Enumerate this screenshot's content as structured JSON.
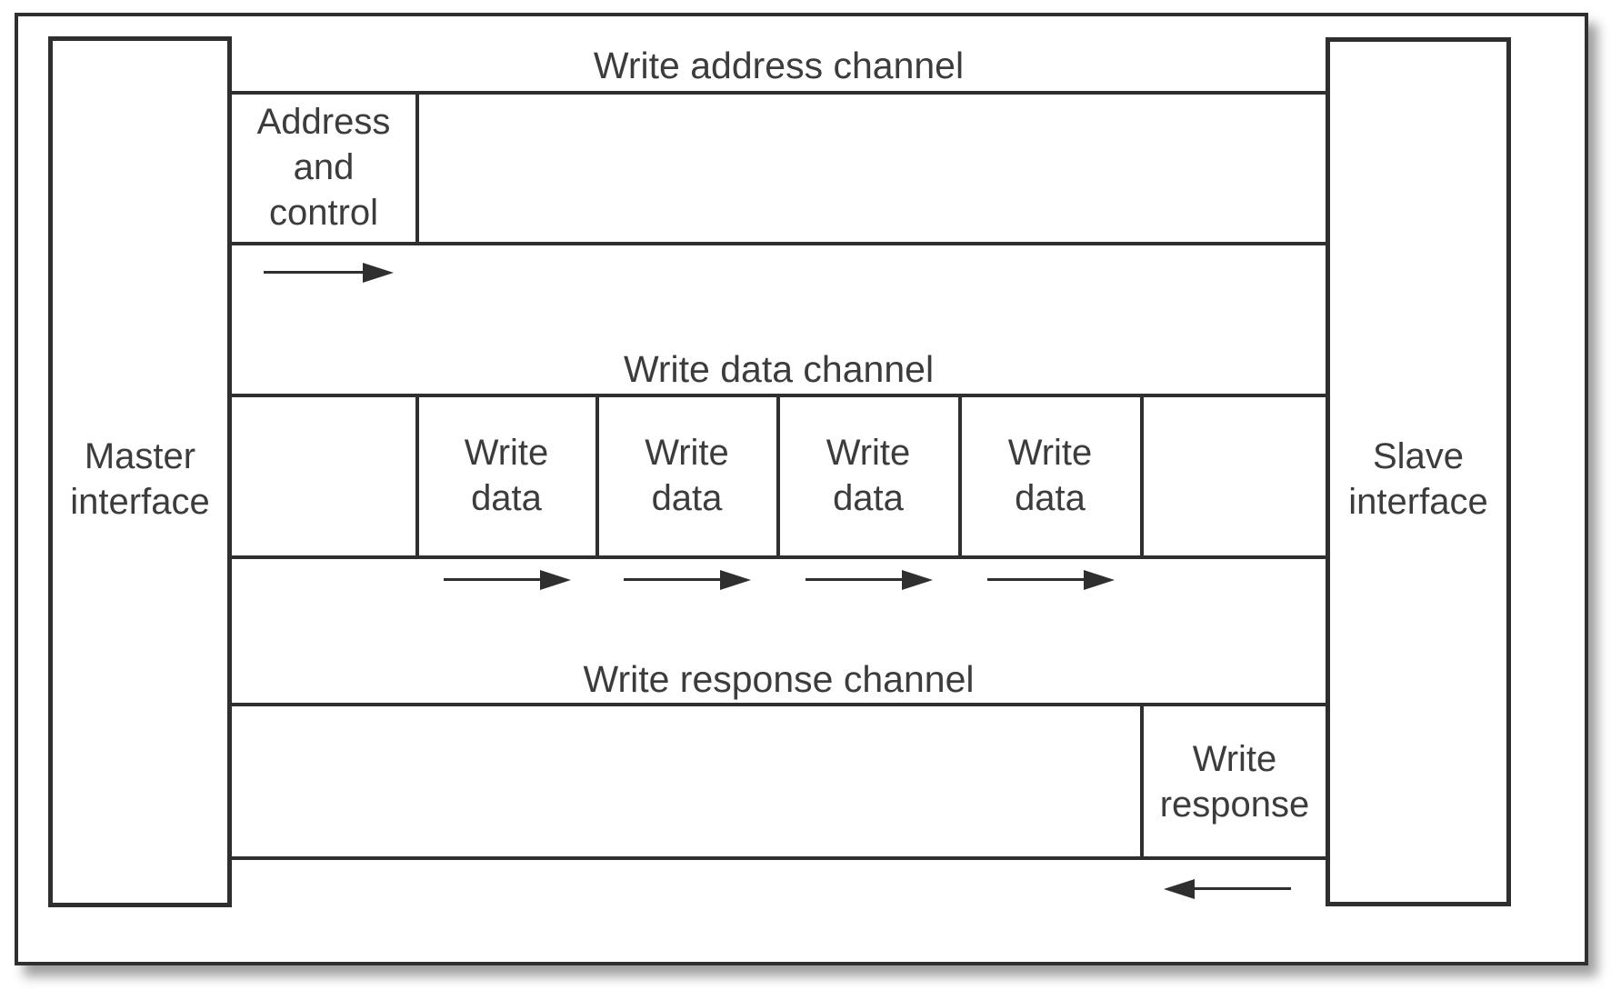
{
  "colors": {
    "line": "#2f2f2f",
    "text": "#3c3c3c",
    "background": "#ffffff"
  },
  "channels": {
    "address": {
      "title": "Write address channel"
    },
    "data": {
      "title": "Write data channel"
    },
    "response": {
      "title": "Write response channel"
    }
  },
  "interfaces": {
    "master": {
      "line1": "Master",
      "line2": "interface"
    },
    "slave": {
      "line1": "Slave",
      "line2": "interface"
    }
  },
  "address_control": {
    "line1": "Address",
    "line2": "and",
    "line3": "control"
  },
  "write_response": {
    "line1": "Write",
    "line2": "response"
  },
  "write_data_cells": [
    {
      "line1": "Write",
      "line2": "data"
    },
    {
      "line1": "Write",
      "line2": "data"
    },
    {
      "line1": "Write",
      "line2": "data"
    },
    {
      "line1": "Write",
      "line2": "data"
    }
  ],
  "icons": {
    "address_arrow": "right-arrow",
    "data_arrow": "right-arrow",
    "response_arrow": "left-arrow"
  }
}
